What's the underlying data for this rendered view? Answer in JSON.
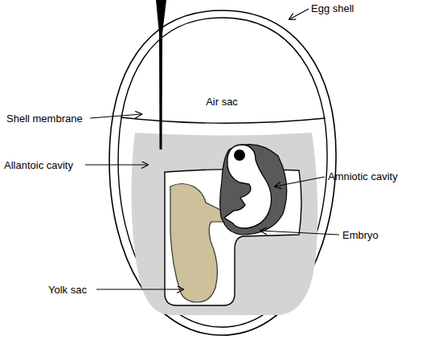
{
  "diagram": {
    "labels": [
      "Egg shell",
      "Shell membrane",
      "Air sac",
      "Allantoic cavity",
      "Amniotic cavity",
      "Embryo",
      "Yolk sac"
    ]
  }
}
